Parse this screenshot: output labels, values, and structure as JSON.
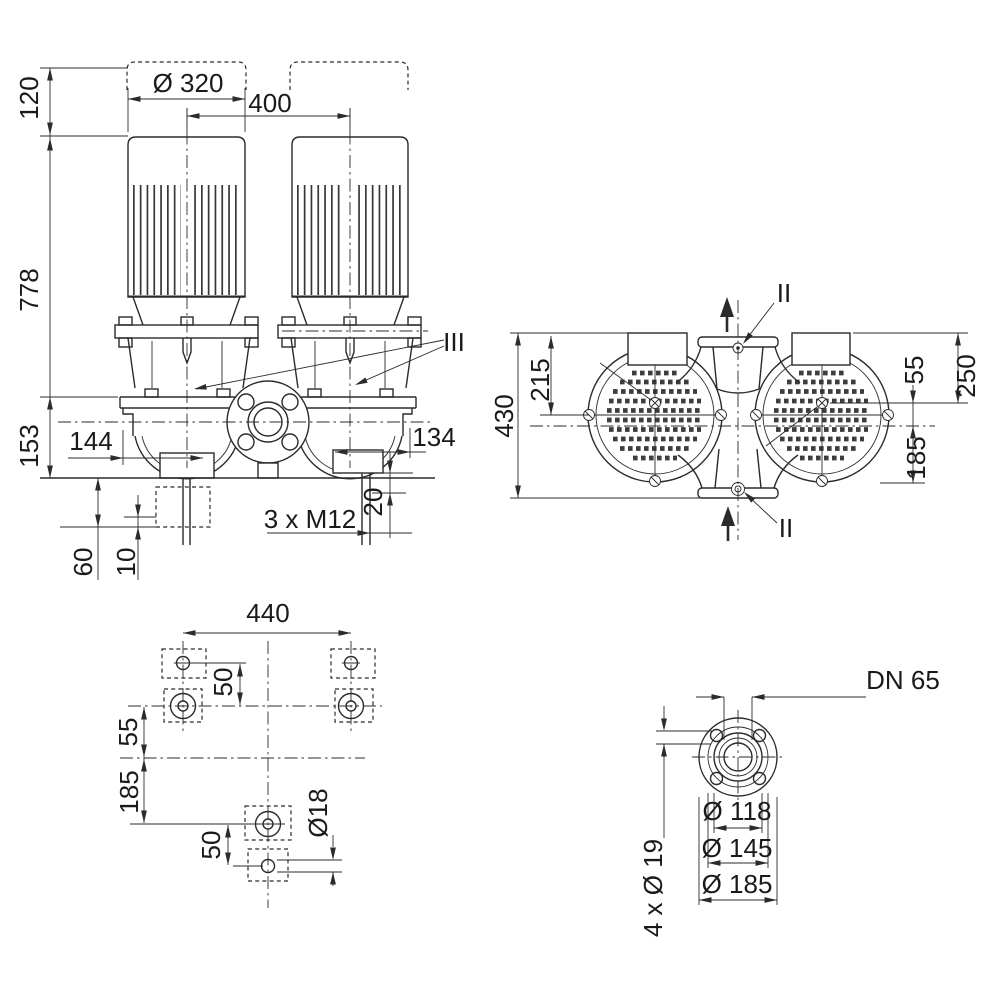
{
  "title": "double-pump dimensional drawing",
  "colors": {
    "line": "#2b2b2b",
    "text": "#1a1a1a",
    "background": "#ffffff"
  },
  "front": {
    "height_to_box": "120",
    "motor_dia": "Ø 320",
    "motor_pitch": "400",
    "total_height": "778",
    "base_height": "153",
    "offset_left": "144",
    "offset_right": "134",
    "stud_proj": "20",
    "anchor_bolts": "3 x M12",
    "depth_60": "60",
    "depth_10": "10",
    "section": "III"
  },
  "plan": {
    "width_total": "430",
    "edge_to_axis": "215",
    "axis_offset": "55",
    "edge_to_motor_axis": "250",
    "motor_axis_to_edge": "185",
    "port_top": "II",
    "port_bottom": "II"
  },
  "foundation": {
    "bolt_pitch": "440",
    "offset_top": "50",
    "axis_offset": "55",
    "axis_to_hole": "185",
    "offset_bottom": "50",
    "hole_dia": "Ø18"
  },
  "flange": {
    "nominal": "DN 65",
    "raised_face": "Ø 118",
    "bolt_circle": "Ø 145",
    "outer_dia": "Ø 185",
    "bolt_holes": "4 x Ø 19"
  }
}
